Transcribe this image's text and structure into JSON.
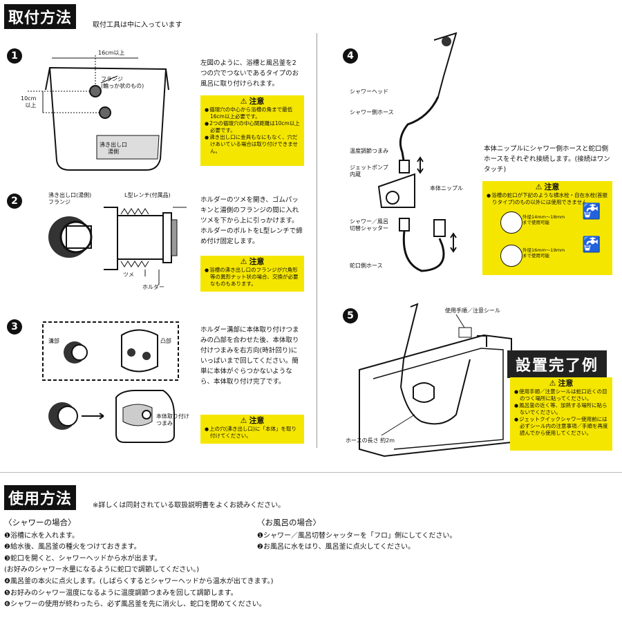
{
  "install": {
    "title": "取付方法",
    "subtitle": "取付工具は中に入っています",
    "steps": [
      {
        "num": "1",
        "text": "左図のように、浴槽と風呂釜を2つの穴でつないであるタイプのお風呂に取り付けられます。",
        "labels": {
          "dim_top": "16cm以上",
          "dim_left": "10cm\n以上",
          "flange": "フランジ\n(輪っか状のもの)",
          "outlet": "沸き出し口\n湯側"
        },
        "caution": {
          "title": "注意",
          "items": [
            "循環穴の中心から浴槽の角まで最低16cm以上必要です。",
            "2つの循環穴の中心間距離は10cm以上必要です。",
            "沸き出し口に金具もなにもなく、穴だけあいている場合は取り付けできません。"
          ]
        }
      },
      {
        "num": "2",
        "text": "ホルダーのツメを開き、ゴムパッキンと湯側のフランジの間に入れツメを下から上に引っかけます。ホルダーのボルトをL型レンチで締め付け固定します。",
        "labels": {
          "outlet": "沸き出し口(湯側)\nフランジ",
          "wrench": "L型レンチ(付属品)",
          "claw": "ツメ",
          "holder": "ホルダー"
        },
        "caution": {
          "title": "注意",
          "items": [
            "浴槽の沸き出し口のフランジが穴角形等の異形ナット状の場合、交換が必要なものもあります。"
          ]
        }
      },
      {
        "num": "3",
        "text": "ホルダー溝部に本体取り付けつまみの凸部を合わせた後、本体取り付けつまみを右方向(時計回り)にいっぱいまで回してください。簡単に本体がぐらつかないようなら、本体取り付け完了です。",
        "labels": {
          "groove": "溝部",
          "bump": "凸部",
          "knob": "本体取り付け\nつまみ"
        },
        "caution": {
          "title": "注意",
          "items": [
            "上の穴(沸き出し口)に「本体」を取り付けてください。"
          ]
        }
      },
      {
        "num": "4",
        "text": "本体ニップルにシャワー側ホースと蛇口側ホースをそれぞれ接続します。(接続はワンタッチ)",
        "labels": {
          "head": "シャワーヘッド",
          "shower_hose": "シャワー側ホース",
          "temp_knob": "温度調節つまみ",
          "pump": "ジェットポンプ\n内蔵",
          "nipple": "本体ニップル",
          "shutter": "シャワー／風呂\n切替シャッター",
          "faucet_hose": "蛇口側ホース"
        },
        "caution": {
          "title": "注意",
          "items": [
            "浴槽の蛇口が下記のような横水栓・自在水栓(首振りタイプ)のもの以外には使用できません。"
          ],
          "spec1": "外径14mm〜18mm\nまで使用可能",
          "spec2": "外径16mm〜19mm\nまで使用可能"
        }
      },
      {
        "num": "5",
        "labels": {
          "sticker": "使用手順／注意シール",
          "hose_len": "ホースの長さ 約2m"
        },
        "done_title": "設置完了例",
        "caution": {
          "title": "注意",
          "items": [
            "使用手順／注意シールは蛇口近くの目のつく場所に貼ってください。",
            "風呂釜の近く等、加熱する場所に貼らないでください。",
            "ジェットクイックシャワー使用前には必ずシール内の注意事項／手順を再度読んでから使用してください。"
          ]
        }
      }
    ]
  },
  "usage": {
    "title": "使用方法",
    "note": "※詳しくは同封されている取扱説明書をよくお読みください。",
    "shower": {
      "heading": "〈シャワーの場合〉",
      "lines": [
        "❶浴槽に水を入れます。",
        "❷給水後、風呂釜の種火をつけておきます。",
        "❸蛇口を開くと、シャワーヘッドから水が出ます。",
        "(お好みのシャワー水量になるように蛇口で調節してください。)",
        "❹風呂釜の本火に点火します。(しばらくするとシャワーヘッドから温水が出てきます。)",
        "❺お好みのシャワー温度になるように温度調節つまみを回して調節します。",
        "❻シャワーの使用が終わったら、必ず風呂釜を先に消火し、蛇口を閉めてください。"
      ]
    },
    "bath": {
      "heading": "〈お風呂の場合〉",
      "lines": [
        "❶シャワー／風呂切替シャッターを「フロ」側にしてください。",
        "❷お風呂に水をはり、風呂釜に点火してください。"
      ]
    }
  },
  "icons": {
    "warning": "warning-triangle-icon"
  },
  "colors": {
    "caution_bg": "#f5e600",
    "title_bg": "#111111"
  }
}
